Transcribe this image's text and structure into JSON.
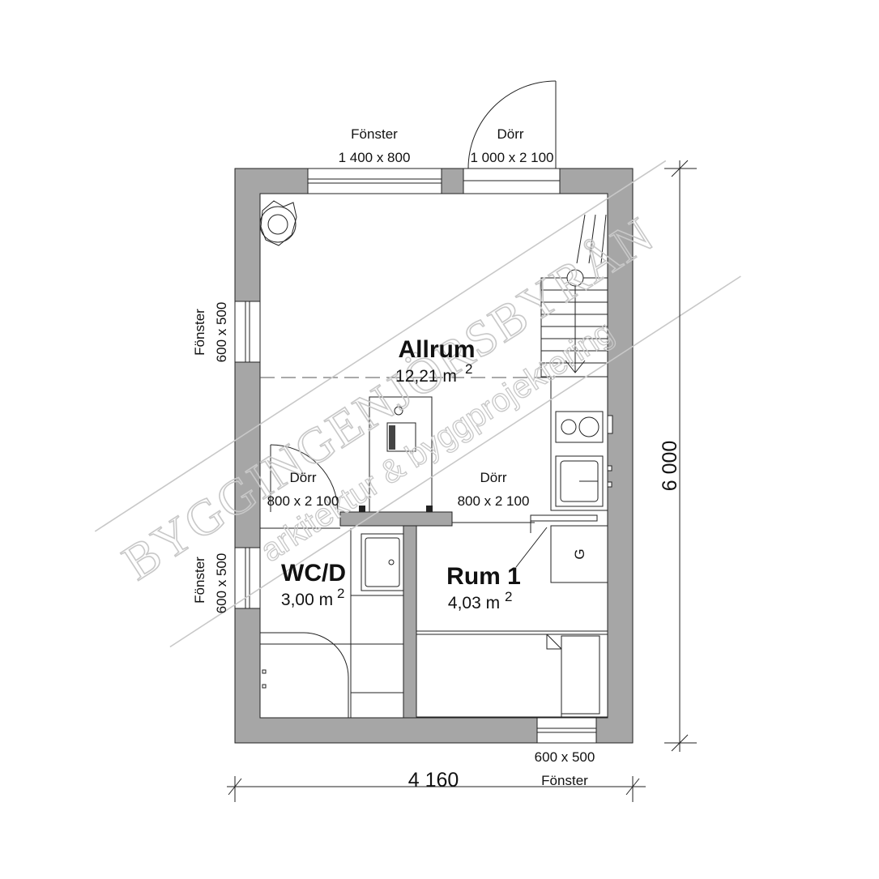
{
  "rooms": {
    "allrum": {
      "name": "Allrum",
      "area": "12,21 m",
      "sup": "2"
    },
    "wc": {
      "name": "WC/D",
      "area": "3,00 m",
      "sup": "2"
    },
    "rum1": {
      "name": "Rum 1",
      "area": "4,03 m",
      "sup": "2"
    }
  },
  "openings": {
    "window_top": {
      "label": "Fönster",
      "size": "1 400 x 800"
    },
    "door_entry": {
      "label": "Dörr",
      "size": "1 000 x 2 100"
    },
    "window_left_upper": {
      "label": "Fönster",
      "size": "600 x 500"
    },
    "window_left_lower": {
      "label": "Fönster",
      "size": "600 x 500"
    },
    "door_wc": {
      "label": "Dörr",
      "size": "800 x 2 100"
    },
    "door_rum1": {
      "label": "Dörr",
      "size": "800 x 2 100"
    },
    "window_bottom": {
      "label": "Fönster",
      "size": "600 x 500"
    }
  },
  "dimensions": {
    "width": "4 160",
    "height": "6 000"
  },
  "appliance": {
    "label": "G"
  },
  "watermark": {
    "main": "BYGGINGENJÖRSBYRÅN",
    "sub": "arkitektur & byggprojektering"
  }
}
